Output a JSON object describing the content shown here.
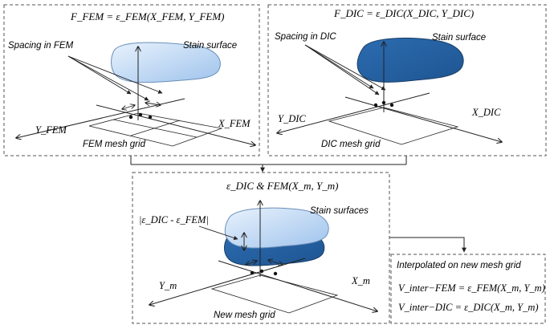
{
  "fem_panel": {
    "formula": "F_FEM = ε_FEM(X_FEM, Y_FEM)",
    "spacing_label": "Spacing in FEM",
    "surface_label": "Stain surface",
    "mesh_label": "FEM mesh grid",
    "x_axis": "X_FEM",
    "y_axis": "Y_FEM"
  },
  "dic_panel": {
    "formula": "F_DIC = ε_DIC(X_DIC, Y_DIC)",
    "spacing_label": "Spacing in DIC",
    "surface_label": "Stain surface",
    "mesh_label": "DIC mesh grid",
    "x_axis": "X_DIC",
    "y_axis": "Y_DIC"
  },
  "combined_panel": {
    "formula": "ε_DIC & FEM(X_m, Y_m)",
    "surface_label": "Stain surfaces",
    "difference_label": "|ε_DIC - ε_FEM|",
    "mesh_label": "New mesh grid",
    "x_axis": "X_m",
    "y_axis": "Y_m"
  },
  "interp_panel": {
    "title": "Interpolated on new mesh grid",
    "line1": "V_inter−FEM = ε_FEM(X_m, Y_m)",
    "line2": "V_inter−DIC = ε_DIC(X_m, Y_m)"
  },
  "colors": {
    "fem_surface": "#b9d5f3",
    "dic_surface": "#2f6fb3",
    "box_border": "#555555"
  }
}
